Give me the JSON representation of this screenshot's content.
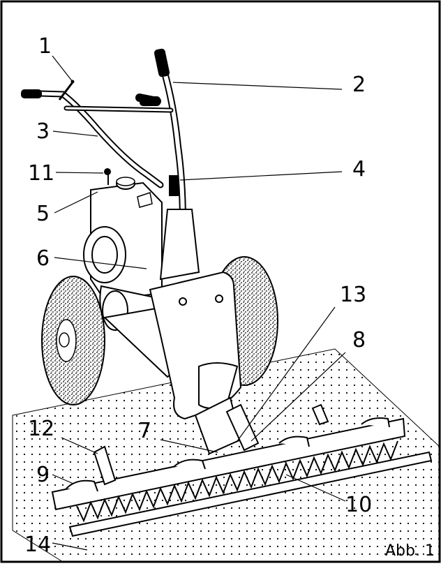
{
  "figure": {
    "caption": "Abb. 1",
    "callouts": {
      "c1": "1",
      "c2": "2",
      "c3": "3",
      "c4": "4",
      "c5": "5",
      "c6": "6",
      "c7": "7",
      "c8": "8",
      "c9": "9",
      "c10": "10",
      "c11": "11",
      "c12": "12",
      "c13": "13",
      "c14": "14"
    }
  }
}
